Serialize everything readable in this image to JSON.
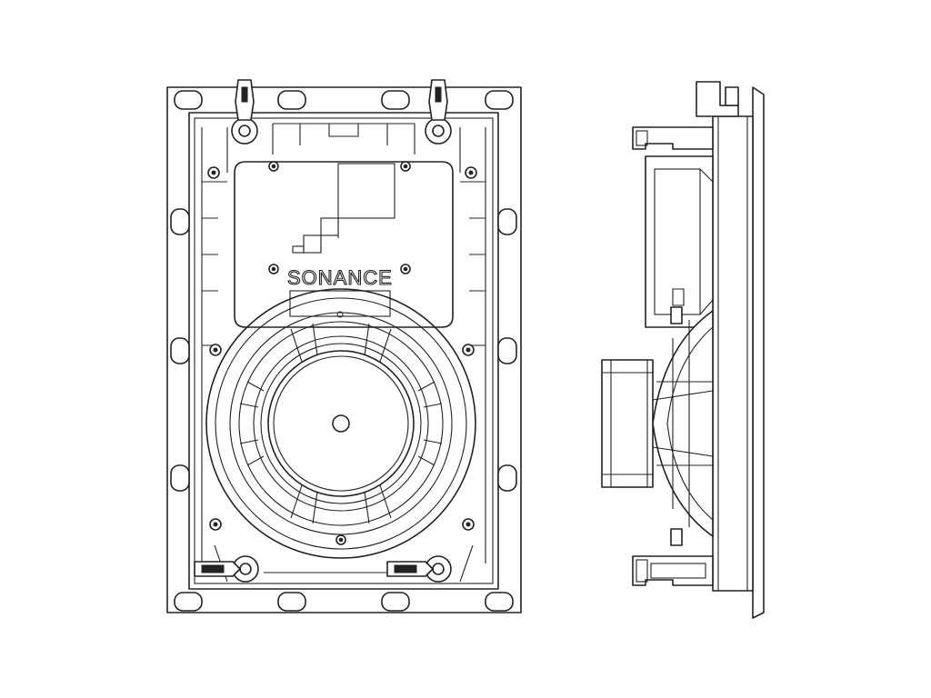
{
  "brand": {
    "logo_text": "SONANCE"
  },
  "colors": {
    "line": "#222222",
    "background": "#ffffff"
  },
  "views": [
    {
      "name": "front-view"
    },
    {
      "name": "side-view"
    }
  ]
}
